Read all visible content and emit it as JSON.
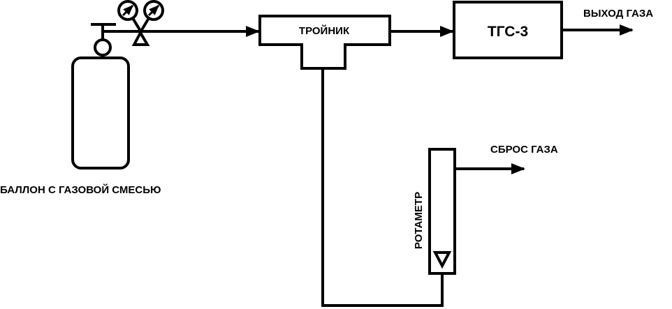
{
  "diagram": {
    "type": "gas-flow-schematic",
    "colors": {
      "stroke": "#000000",
      "background": "#ffffff"
    },
    "nodes": {
      "cylinder": {
        "label": "БАЛЛОН С ГАЗОВОЙ СМЕСЬЮ"
      },
      "tee": {
        "label": "ТРОЙНИК"
      },
      "analyzer": {
        "label": "ТГС-3"
      },
      "rotameter": {
        "label": "РОТАМЕТР"
      }
    },
    "outputs": {
      "gas_out": {
        "label": "ВЫХОД ГАЗА"
      },
      "gas_vent": {
        "label": "СБРОС ГАЗА"
      }
    },
    "edges": [
      {
        "from": "cylinder",
        "to": "tee"
      },
      {
        "from": "tee",
        "to": "analyzer"
      },
      {
        "from": "analyzer",
        "to": "gas_out"
      },
      {
        "from": "tee",
        "to": "rotameter"
      },
      {
        "from": "rotameter",
        "to": "gas_vent"
      }
    ]
  }
}
